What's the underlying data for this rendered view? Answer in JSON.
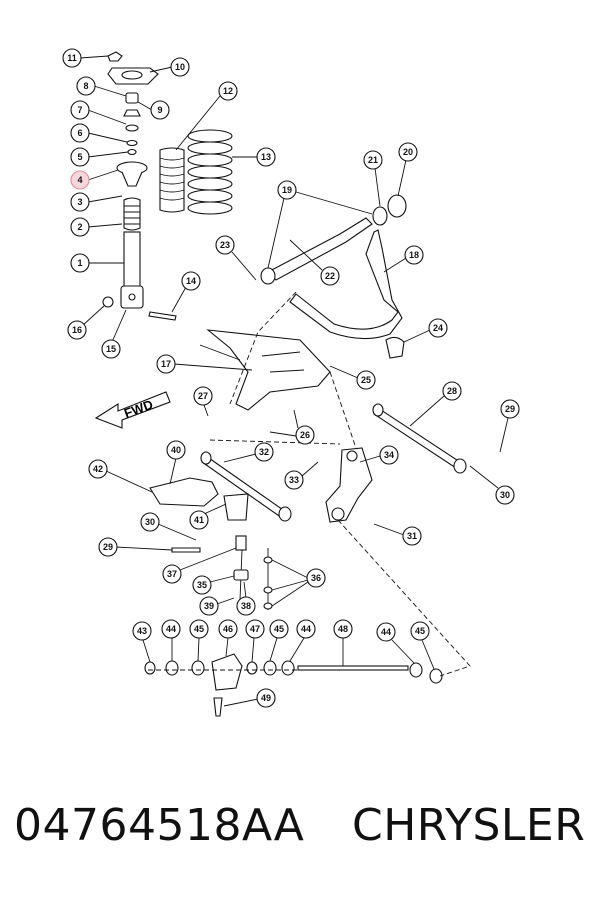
{
  "diagram": {
    "highlighted_callout": "4",
    "highlight_color": "#f8d7dc",
    "fwd_label": "FWD",
    "callouts": [
      "11",
      "10",
      "8",
      "9",
      "7",
      "6",
      "5",
      "4",
      "3",
      "2",
      "1",
      "12",
      "13",
      "21",
      "20",
      "19",
      "23",
      "22",
      "18",
      "14",
      "16",
      "15",
      "24",
      "17",
      "25",
      "27",
      "28",
      "26",
      "29",
      "32",
      "40",
      "42",
      "34",
      "33",
      "30",
      "41",
      "30",
      "29",
      "31",
      "37",
      "35",
      "36",
      "39",
      "38",
      "43",
      "44",
      "45",
      "46",
      "47",
      "45",
      "44",
      "48",
      "44",
      "45",
      "49"
    ]
  },
  "footer": {
    "part_number": "04764518AA",
    "manufacturer": "CHRYSLER"
  }
}
